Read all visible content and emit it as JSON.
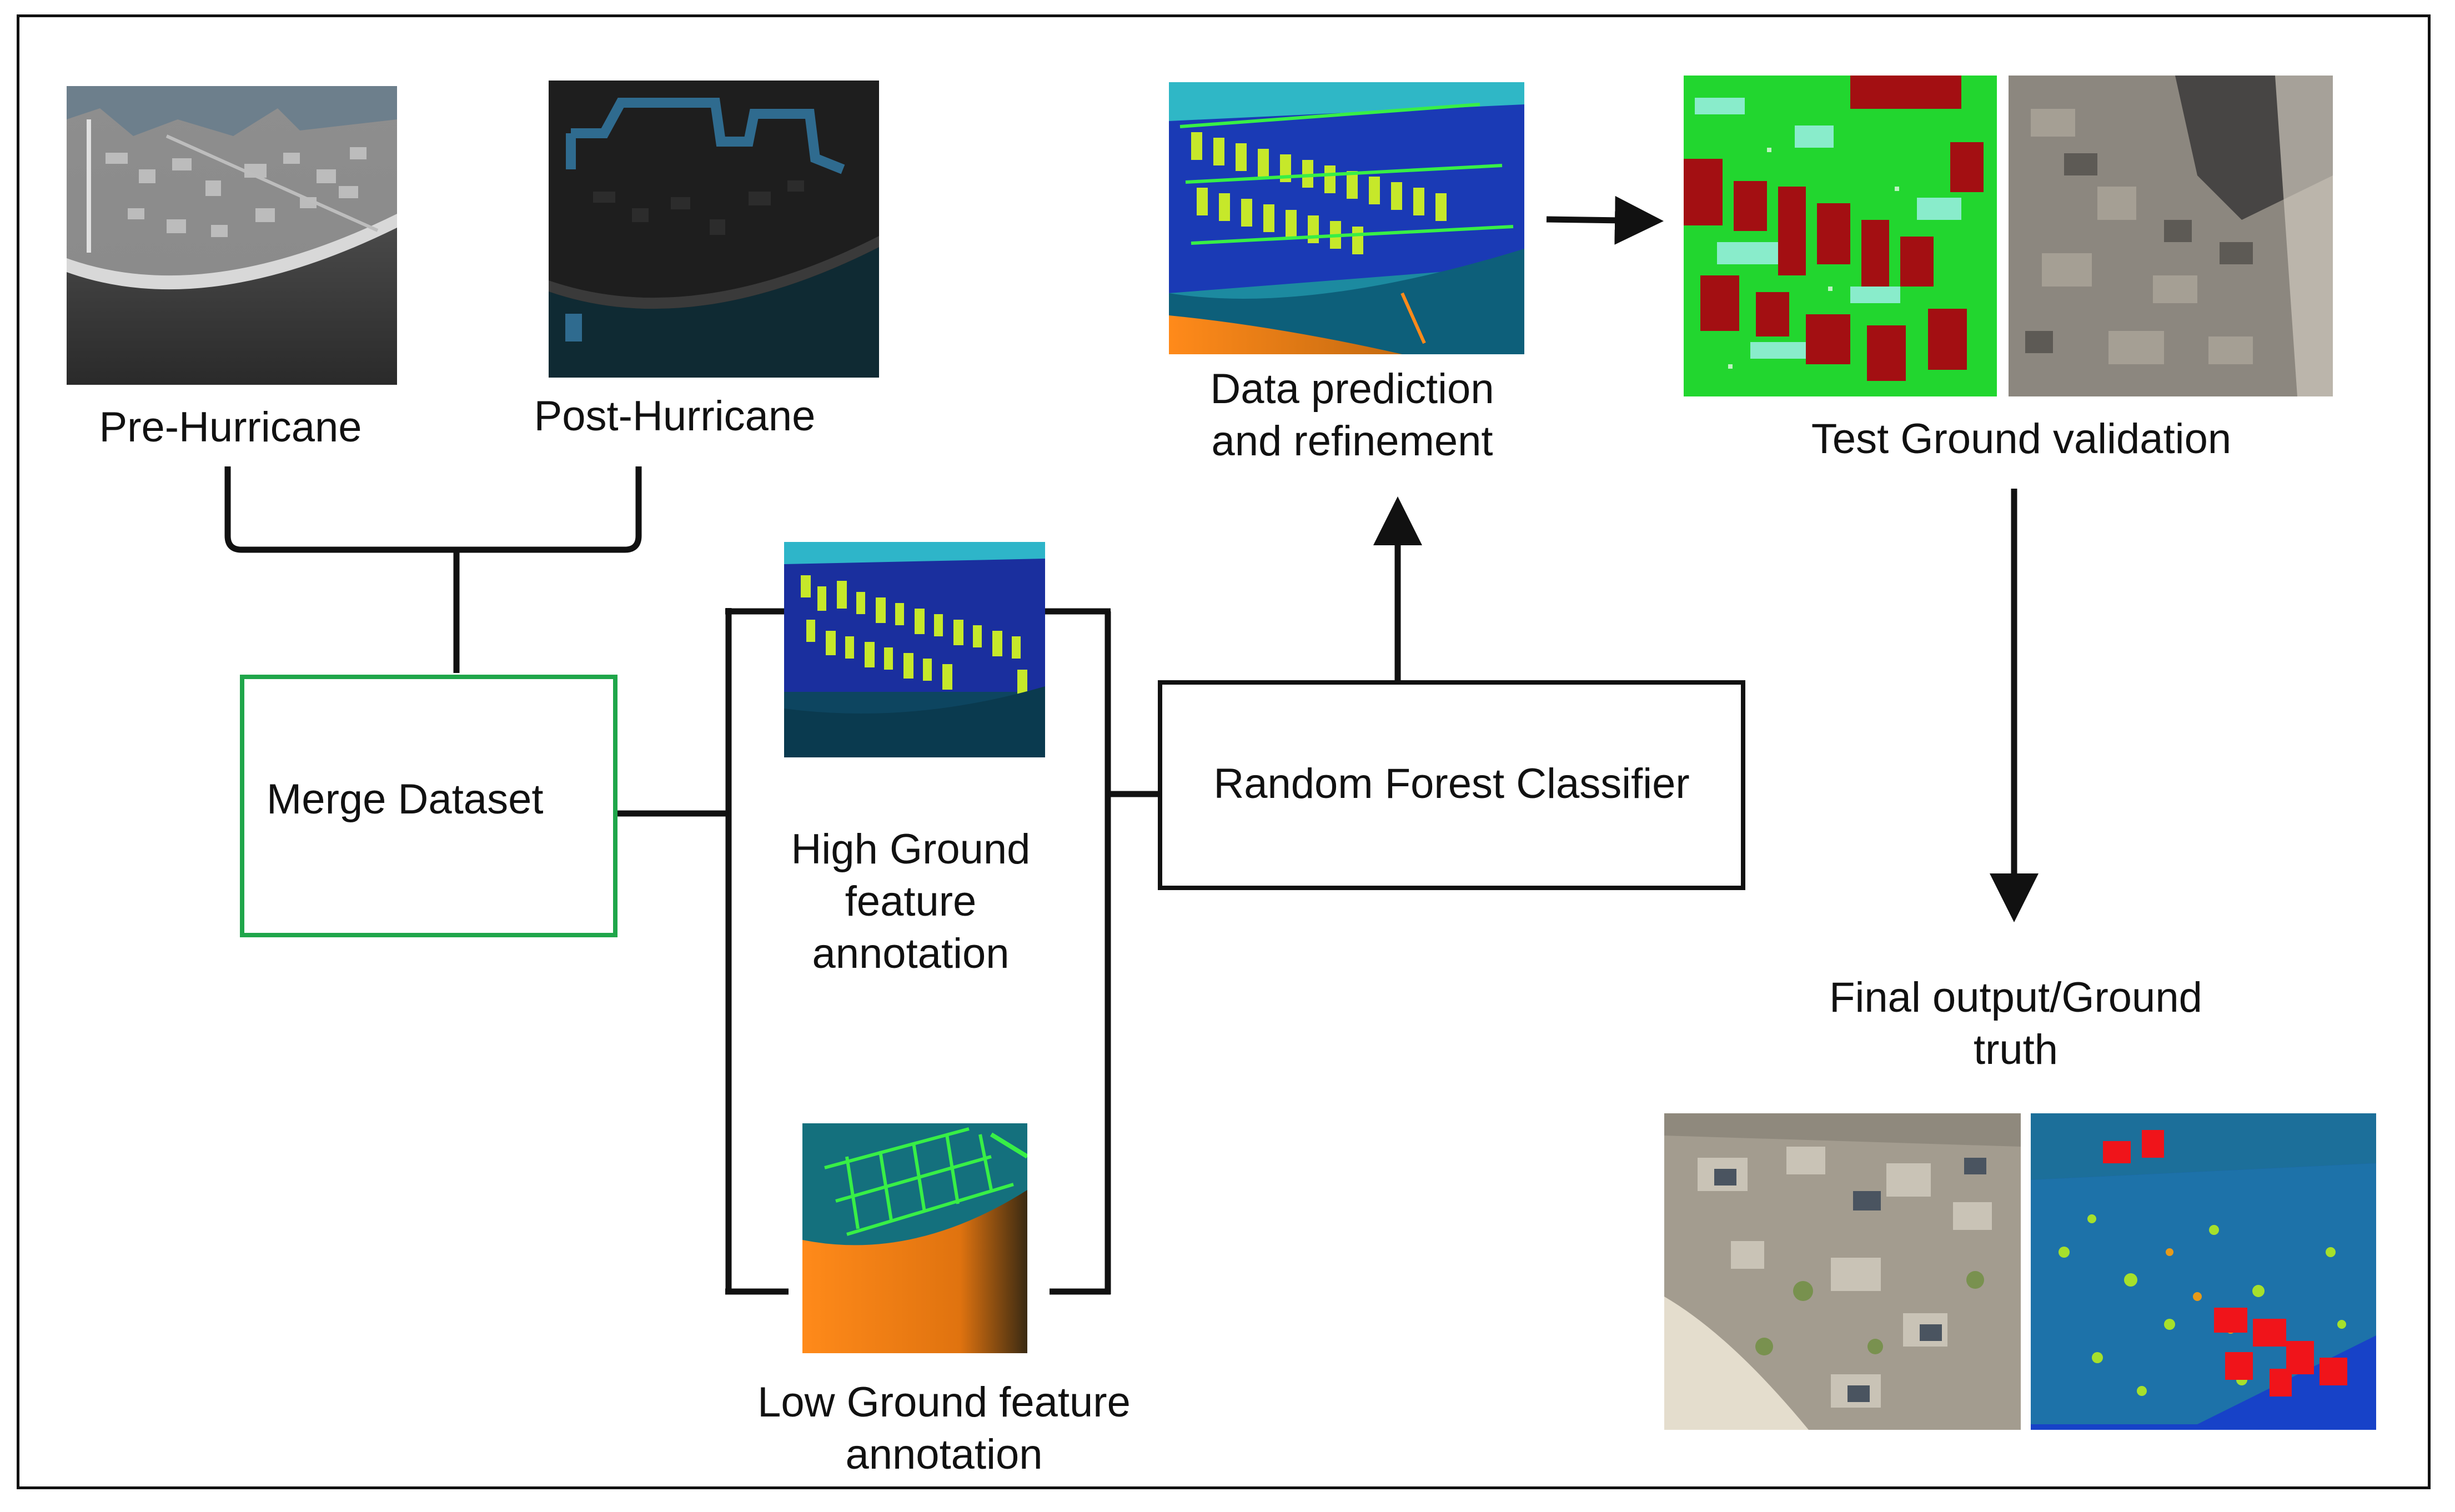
{
  "labels": {
    "pre_hurricane": "Pre-Hurricane",
    "post_hurricane": "Post-Hurricane",
    "merge_dataset": "Merge Dataset",
    "high_ground_line1": "High Ground",
    "high_ground_line2": "feature",
    "high_ground_line3": "annotation",
    "low_ground_line1": "Low Ground feature",
    "low_ground_line2": "annotation",
    "classifier": "Random Forest Classifier",
    "prediction_line1": "Data prediction",
    "prediction_line2": "and refinement",
    "test_ground": "Test Ground validation",
    "final_line1": "Final output/Ground",
    "final_line2": "truth"
  },
  "colors": {
    "merge_border": "#1fa64a",
    "classifier_border": "#111111",
    "connector": "#111111"
  }
}
